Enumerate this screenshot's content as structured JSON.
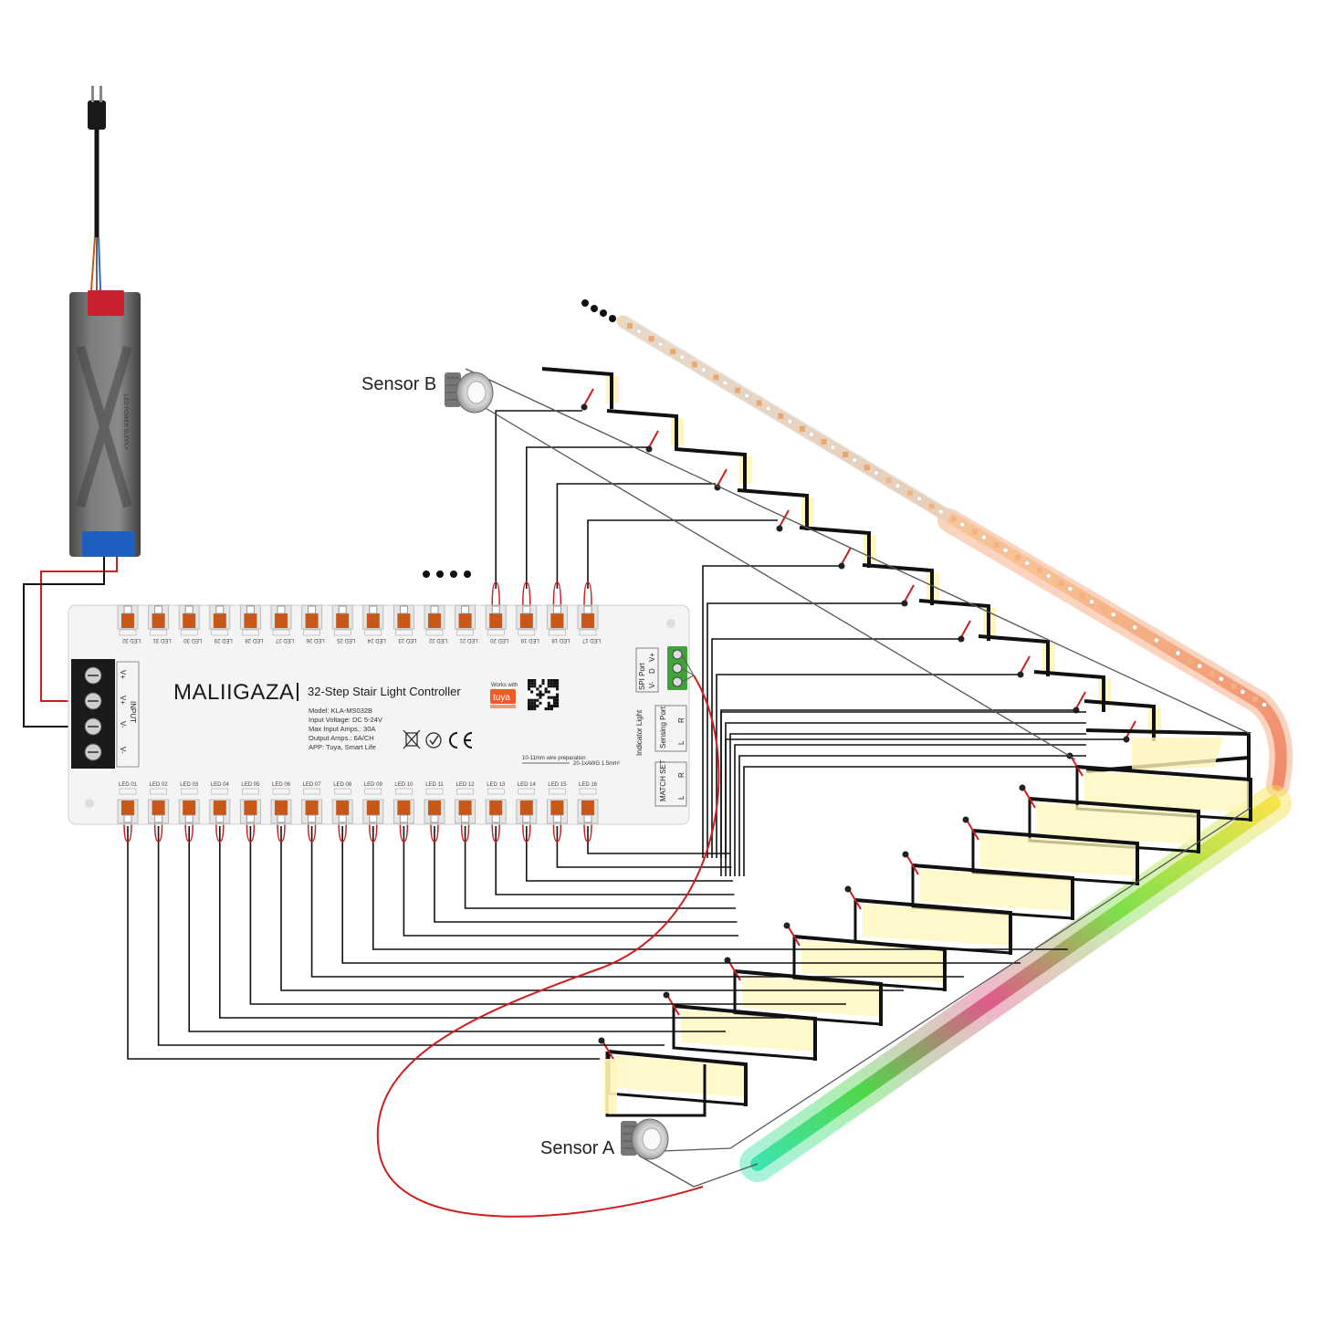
{
  "diagram": {
    "sensor_b_label": "Sensor B",
    "sensor_a_label": "Sensor A",
    "controller": {
      "brand": "MALIIGAZA",
      "title": "32-Step Stair Light Controller",
      "specs": [
        "Model: KLA-MS032B",
        "Input Voltage: DC 5-24V",
        "Max Input Amps.: 30A",
        "Output Amps.: 6A/CH",
        "APP: Tuya, Smart Life"
      ],
      "works_with": "Works with",
      "tuya": "tuya",
      "input_label": "INPUT",
      "input_terminals": [
        "V+",
        "V+",
        "V-",
        "V-"
      ],
      "spi_port_label": "SPI Port",
      "spi_pins": [
        "V-",
        "D",
        "V+"
      ],
      "indicator_label": "Indicator Light",
      "sensing_port_label": "Sensing Port",
      "match_set_label": "MATCH SET",
      "lr_labels": [
        "L",
        "R"
      ],
      "wire_prep_1": "10-11mm wire preparation",
      "wire_prep_2": "20-1xAWG 1.5mm²",
      "bottom_channels": [
        "LED 01",
        "LED 02",
        "LED 03",
        "LED 04",
        "LED 05",
        "LED 06",
        "LED 07",
        "LED 08",
        "LED 09",
        "LED 10",
        "LED 11",
        "LED 12",
        "LED 13",
        "LED 14",
        "LED 15",
        "LED 16"
      ],
      "top_channels": [
        "LED 32",
        "LED 31",
        "LED 30",
        "LED 29",
        "LED 28",
        "LED 27",
        "LED 26",
        "LED 25",
        "LED 24",
        "LED 23",
        "LED 22",
        "LED 21",
        "LED 20",
        "LED 19",
        "LED 18",
        "LED 17"
      ]
    },
    "psu_label": "LED POWER SUPPLY",
    "colors": {
      "wire_black": "#111111",
      "wire_red": "#d01c1c",
      "wire_gray": "#555555",
      "terminal_orange": "#c8571a",
      "psu_blue": "#1f5fbf",
      "psu_red": "#c8202e",
      "led_glow": "#fff6b8"
    }
  }
}
